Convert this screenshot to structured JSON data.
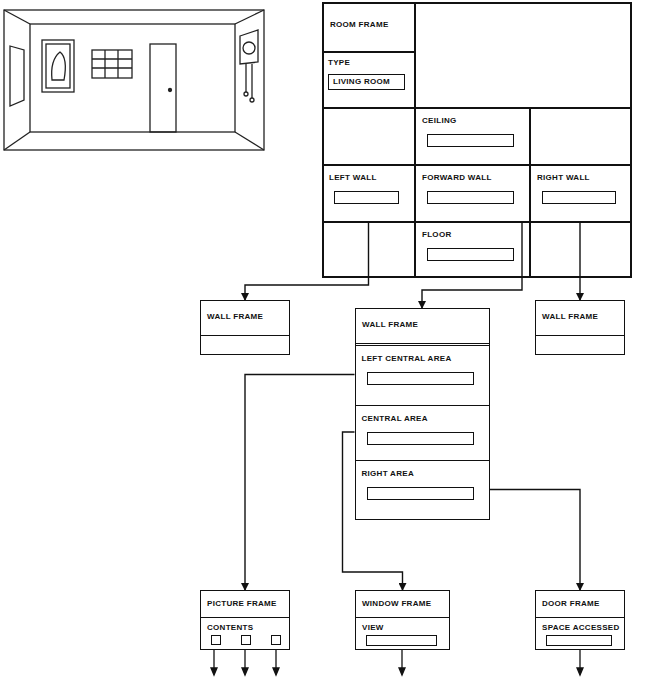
{
  "diagram": {
    "nodes": [
      {
        "text": [
          "ROOM FRAME"
        ]
      },
      {
        "text": [
          "TYPE",
          "LIVING ROOM"
        ],
        "in": 0
      },
      {
        "text": [
          "CEILING"
        ],
        "in": 0
      },
      {
        "text": [
          "LEFT WALL"
        ],
        "in": 0
      },
      {
        "text": [
          "FORWARD WALL"
        ],
        "in": 0
      },
      {
        "text": [
          "RIGHT WALL"
        ],
        "in": 0
      },
      {
        "text": [
          "FLOOR"
        ],
        "in": 0
      },
      {
        "text": [
          "WALL FRAME"
        ]
      },
      {
        "text": [
          "WALL FRAME"
        ]
      },
      {
        "text": [
          "LEFT CENTRAL AREA"
        ],
        "in": 8
      },
      {
        "text": [
          "CENTRAL AREA"
        ],
        "in": 8
      },
      {
        "text": [
          "RIGHT AREA"
        ],
        "in": 8
      },
      {
        "text": [
          "WALL FRAME"
        ]
      },
      {
        "text": [
          "PICTURE FRAME",
          "CONTENTS"
        ]
      },
      {
        "text": [
          "WINDOW FRAME",
          "VIEW"
        ]
      },
      {
        "text": [
          "DOOR FRAME",
          "SPACE ACCESSED"
        ]
      }
    ],
    "edges": [
      {
        "from": 3,
        "to": 7,
        "arrow": "to"
      },
      {
        "from": 4,
        "to": 8,
        "arrow": "to"
      },
      {
        "from": 5,
        "to": 12,
        "arrow": "to"
      },
      {
        "from": 9,
        "to": 13,
        "arrow": "to"
      },
      {
        "from": 10,
        "to": 14,
        "arrow": "to"
      },
      {
        "from": 11,
        "to": 15,
        "arrow": "to"
      }
    ]
  }
}
